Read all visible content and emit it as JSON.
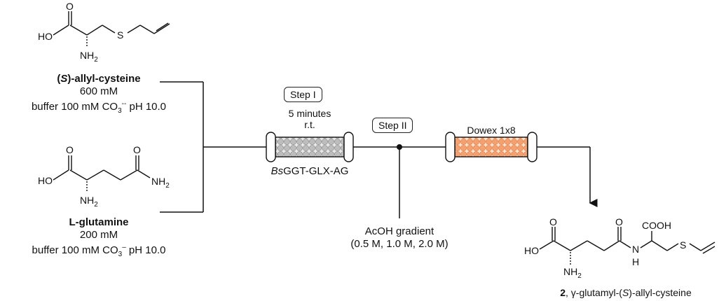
{
  "reactant1": {
    "name_prefix": "(",
    "name_s": "S",
    "name_suffix": ")-allyl-cysteine",
    "conc": "600 mM",
    "buffer": "buffer 100 mM CO",
    "buffer_sub": "3",
    "buffer_sup": "--",
    "buffer_tail": " pH 10.0"
  },
  "reactant2": {
    "name": "L-glutamine",
    "conc": "200 mM",
    "buffer": "buffer 100 mM CO",
    "buffer_sub": "3",
    "buffer_sup": "–",
    "buffer_tail": " pH 10.0"
  },
  "step1": {
    "label": "Step I",
    "time": "5 minutes",
    "temp": "r.t.",
    "enzyme_prefix": "Bs",
    "enzyme_rest": "GGT-GLX-AG"
  },
  "step2": {
    "label": "Step II"
  },
  "column2": {
    "label": "Dowex 1x8"
  },
  "eluent": {
    "line1": "AcOH gradient",
    "line2": "(0.5 M, 1.0 M, 2.0 M)"
  },
  "product": {
    "number": "2",
    "name_a": ", γ-glutamyl-(",
    "name_s": "S",
    "name_b": ")-allyl-cysteine"
  },
  "atoms": {
    "o": "O",
    "ho": "HO",
    "s": "S",
    "nh2": "NH",
    "nh2_sub": "2",
    "cooh": "COOH",
    "n": "N",
    "h": "H"
  },
  "colors": {
    "bead_gray": "#b8b8b8",
    "bead_orange": "#f4a070",
    "bead_orange_edge": "#e07a3c"
  }
}
